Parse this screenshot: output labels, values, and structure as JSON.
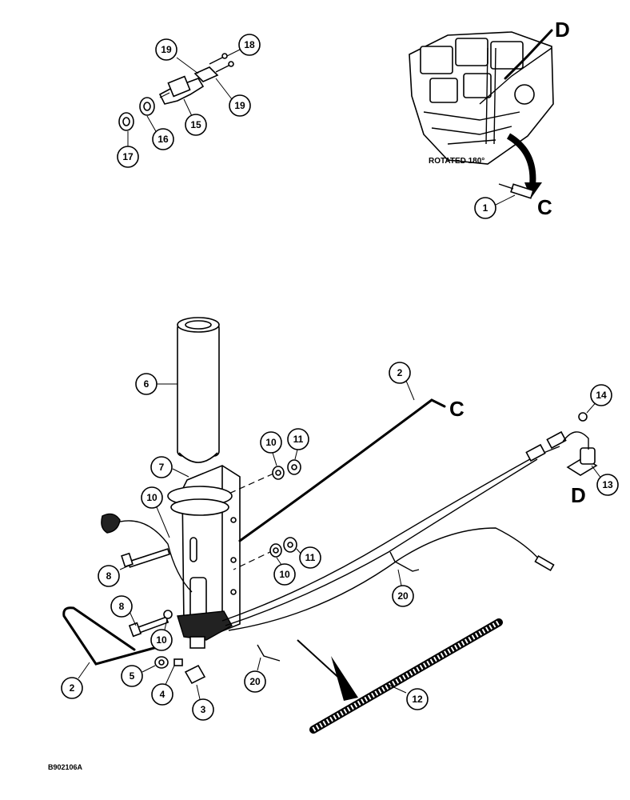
{
  "callouts": {
    "c1": "1",
    "c2a": "2",
    "c2b": "2",
    "c3": "3",
    "c4": "4",
    "c5": "5",
    "c6": "6",
    "c7": "7",
    "c8a": "8",
    "c8b": "8",
    "c10a": "10",
    "c10b": "10",
    "c10c": "10",
    "c10d": "10",
    "c11a": "11",
    "c11b": "11",
    "c12": "12",
    "c13": "13",
    "c14": "14",
    "c15": "15",
    "c16": "16",
    "c17": "17",
    "c18": "18",
    "c19a": "19",
    "c19b": "19",
    "c20a": "20",
    "c20b": "20"
  },
  "connectors": {
    "c_top": "C",
    "c_main": "C",
    "d_top": "D",
    "d_switch": "D"
  },
  "notes": {
    "rotated": "ROTATED 180°"
  },
  "figure_id": "B902106A"
}
